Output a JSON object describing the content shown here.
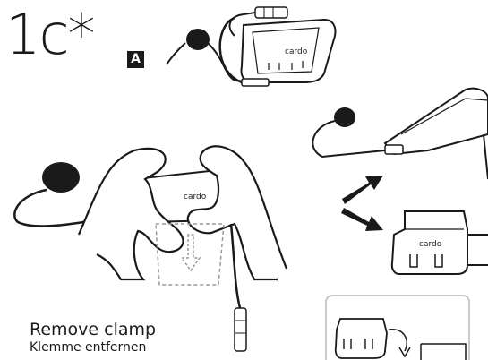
{
  "step": {
    "number": "1c*",
    "variant_badge": "A"
  },
  "device_brand": "cardo",
  "caption": {
    "en": "Remove clamp",
    "de": "Klemme entfernen"
  },
  "colors": {
    "ink": "#1a1a1a",
    "background": "#ffffff",
    "dashed_guide": "#9a9a9a",
    "inset_border": "#b8b8b8"
  },
  "icons": [
    "microphone-icon",
    "arrow-up-right-icon",
    "arrow-down-right-icon",
    "arrow-down-icon"
  ]
}
